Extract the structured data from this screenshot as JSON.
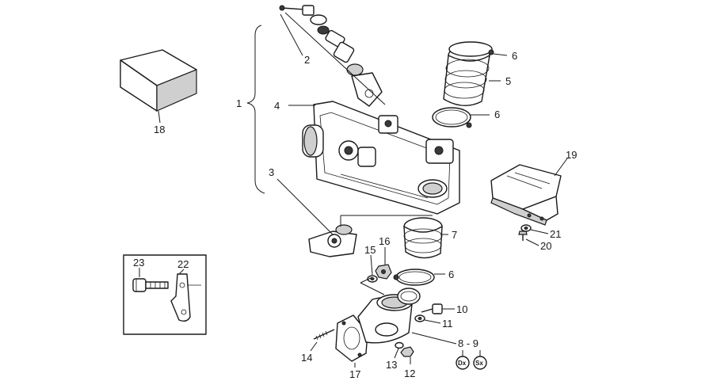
{
  "labels": {
    "l1": "1",
    "l2": "2",
    "l3": "3",
    "l4": "4",
    "l5": "5",
    "l6a": "6",
    "l6b": "6",
    "l6c": "6",
    "l7": "7",
    "l8_9": "8 - 9",
    "l10": "10",
    "l11": "11",
    "l12": "12",
    "l13": "13",
    "l14": "14",
    "l15": "15",
    "l16": "16",
    "l17": "17",
    "l18": "18",
    "l19": "19",
    "l20": "20",
    "l21": "21",
    "l22": "22",
    "l23": "23"
  },
  "side_markers": {
    "right": "Dx",
    "left": "Sx"
  }
}
